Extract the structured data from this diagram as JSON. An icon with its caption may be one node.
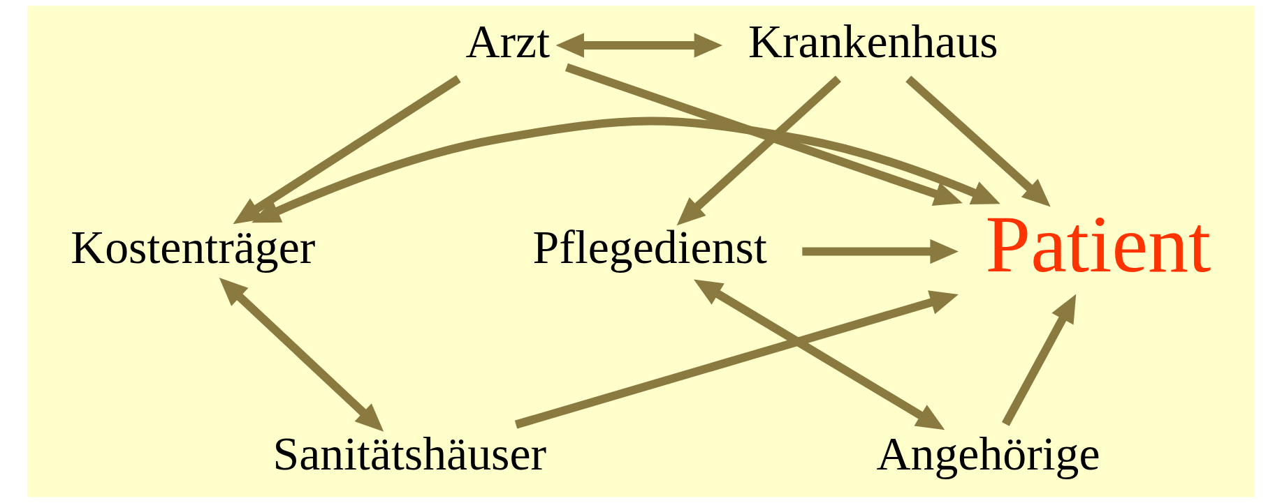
{
  "diagram": {
    "nodes": [
      {
        "text": [
          "Arzt"
        ]
      },
      {
        "text": [
          "Krankenhaus"
        ]
      },
      {
        "text": [
          "Kostenträger"
        ]
      },
      {
        "text": [
          "Patient"
        ]
      },
      {
        "text": [
          "Pflegedienst"
        ]
      },
      {
        "text": [
          "Sanitätshäuser"
        ]
      },
      {
        "text": [
          "Angehörige"
        ]
      }
    ],
    "edges": [
      {
        "from": 0,
        "to": 1,
        "arrow": "both"
      },
      {
        "from": 0,
        "to": 2,
        "arrow": "to"
      },
      {
        "from": 0,
        "to": 3,
        "arrow": "to"
      },
      {
        "from": 1,
        "to": 3,
        "arrow": "to"
      },
      {
        "from": 1,
        "to": 4,
        "arrow": "to"
      },
      {
        "from": 2,
        "to": 3,
        "arrow": "both"
      },
      {
        "from": 4,
        "to": 3,
        "arrow": "to"
      },
      {
        "from": 2,
        "to": 5,
        "arrow": "both"
      },
      {
        "from": 5,
        "to": 3,
        "arrow": "to"
      },
      {
        "from": 6,
        "to": 3,
        "arrow": "to"
      },
      {
        "from": 4,
        "to": 6,
        "arrow": "both"
      }
    ]
  }
}
